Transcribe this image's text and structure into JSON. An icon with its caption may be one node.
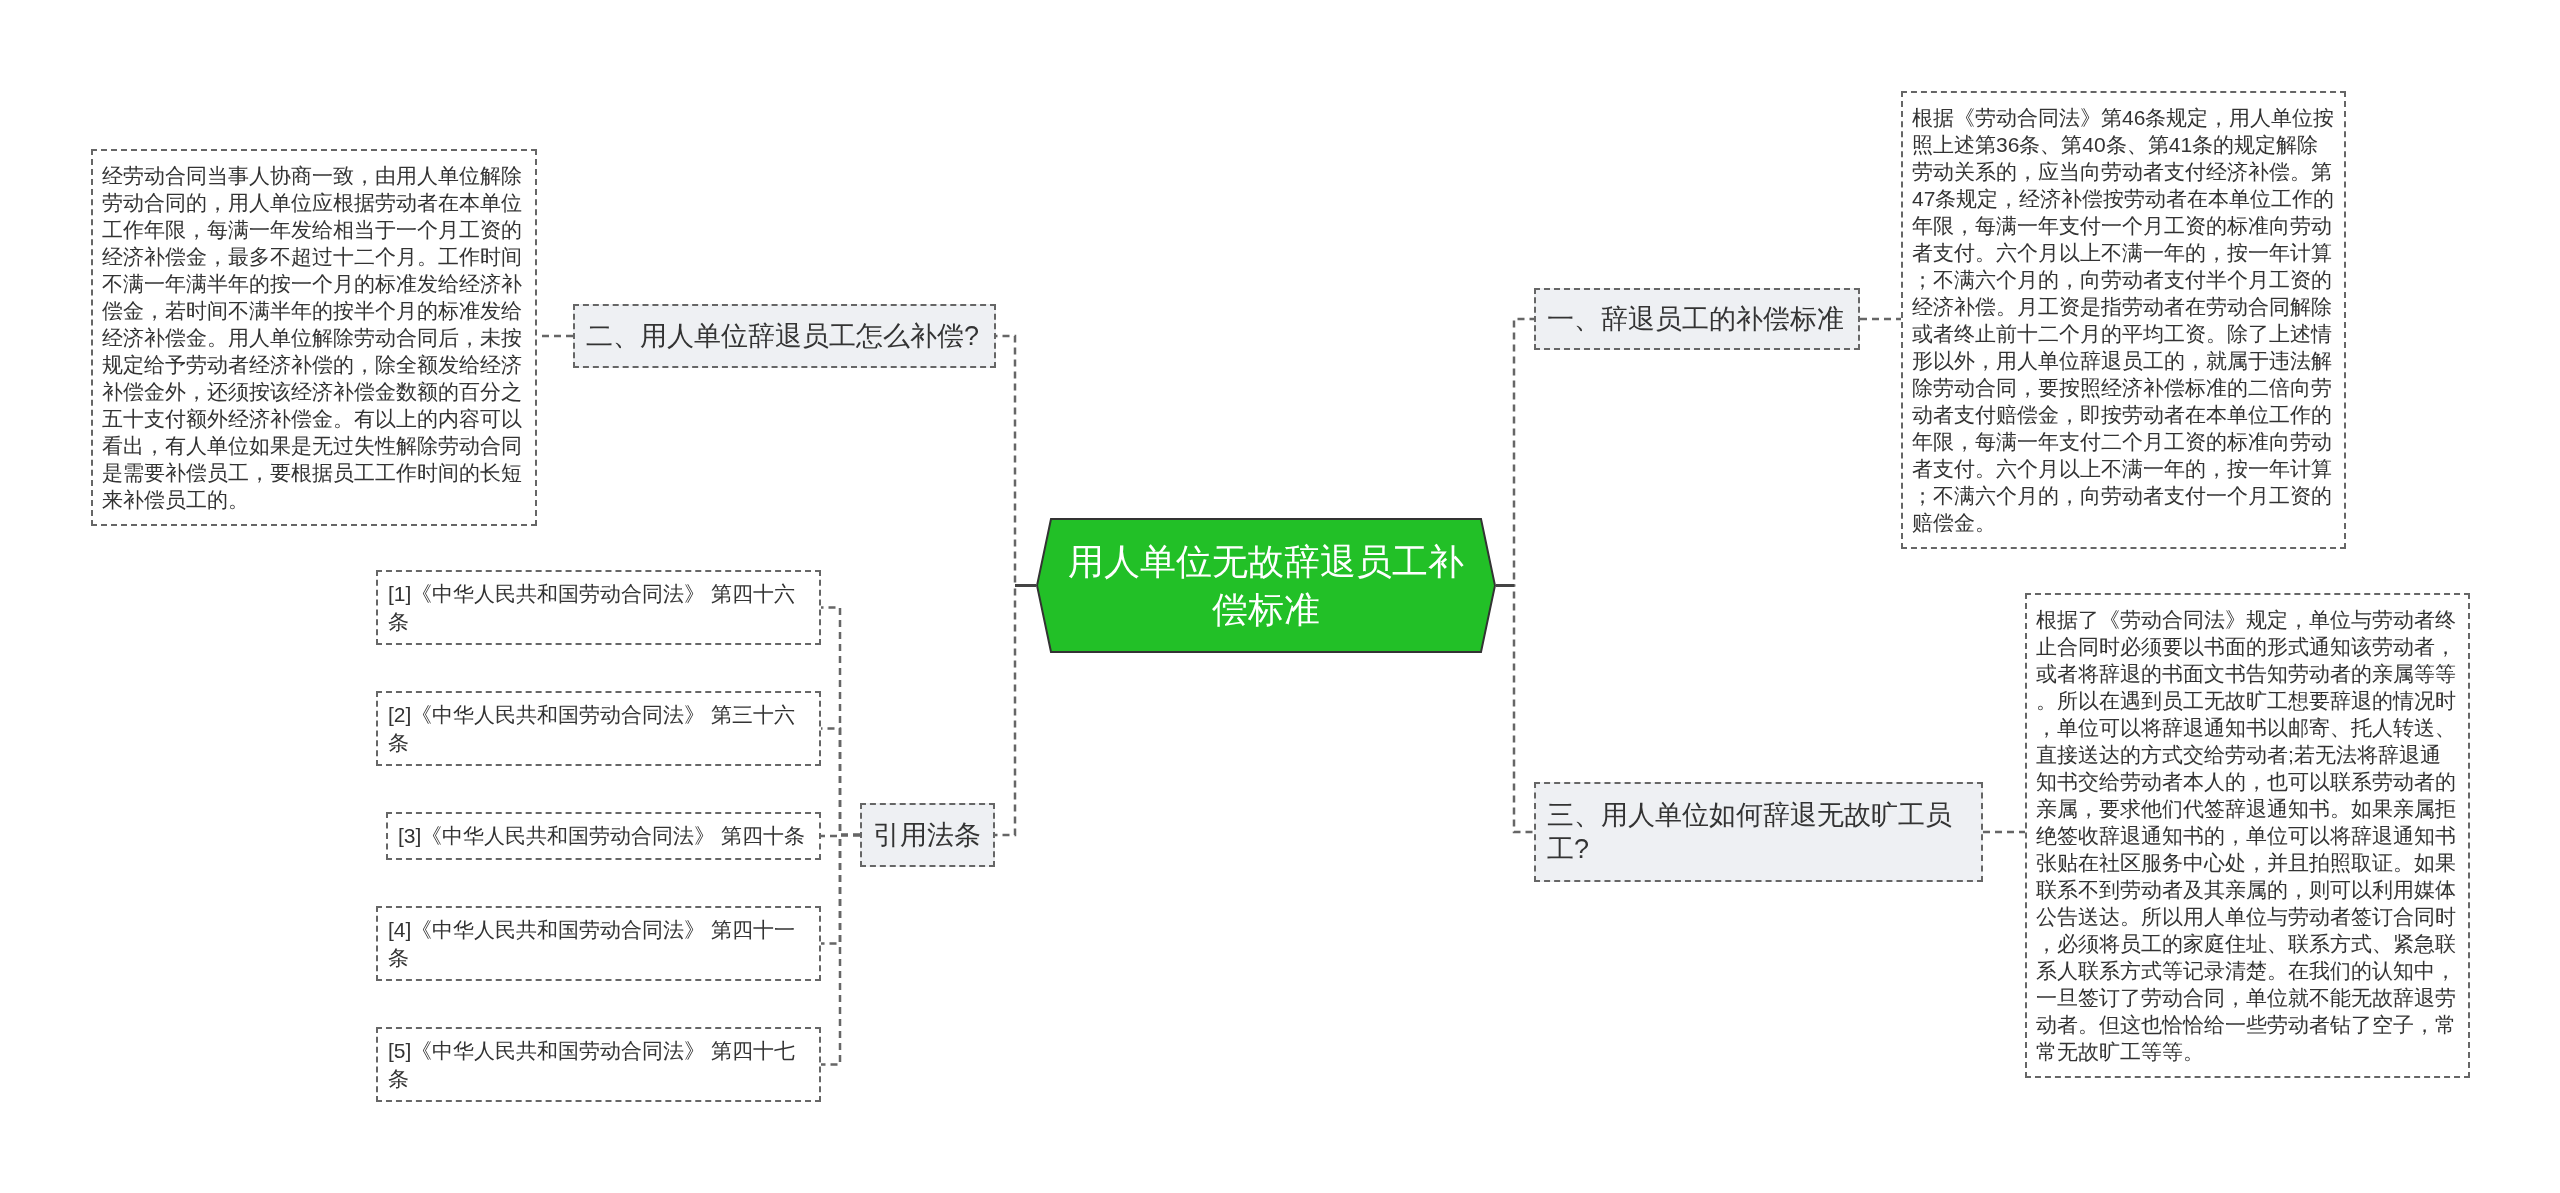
{
  "diagram": {
    "nodes": [
      {
        "text": [
          "用人单位无故辞退员工补偿标准"
        ]
      },
      {
        "text": [
          "二、用人单位辞退员工怎么补偿?"
        ]
      },
      {
        "text": [
          "经劳动合同当事人协商一致，由用人单位解除劳动合同的，用人单位应根据劳动者在本单位工作年限，每满一年发给相当于一个月工资的经济补偿金，最多不超过十二个月。工作时间不满一年满半年的按一个月的标准发给经济补偿金，若时间不满半年的按半个月的标准发给经济补偿金。用人单位解除劳动合同后，未按规定给予劳动者经济补偿的，除全额发给经济补偿金外，还须按该经济补偿金数额的百分之五十支付额外经济补偿金。有以上的内容可以看出，有人单位如果是无过失性解除劳动合同是需要补偿员工，要根据员工工作时间的长短来补偿员工的。"
        ]
      },
      {
        "text": [
          "引用法条"
        ]
      },
      {
        "text": [
          "[1]《中华人民共和国劳动合同法》 第四十六条"
        ]
      },
      {
        "text": [
          "[2]《中华人民共和国劳动合同法》 第三十六条"
        ]
      },
      {
        "text": [
          "[3]《中华人民共和国劳动合同法》 第四十条"
        ]
      },
      {
        "text": [
          "[4]《中华人民共和国劳动合同法》 第四十一条"
        ]
      },
      {
        "text": [
          "[5]《中华人民共和国劳动合同法》 第四十七条"
        ]
      },
      {
        "text": [
          "一、辞退员工的补偿标准"
        ]
      },
      {
        "text": [
          "根据《劳动合同法》第46条规定，用人单位按照上述第36条、第40条、第41条的规定解除劳动关系的，应当向劳动者支付经济补偿。第47条规定，经济补偿按劳动者在本单位工作的年限，每满一年支付一个月工资的标准向劳动者支付。六个月以上不满一年的，按一年计算；不满六个月的，向劳动者支付半个月工资的经济补偿。月工资是指劳动者在劳动合同解除或者终止前十二个月的平均工资。除了上述情形以外，用人单位辞退员工的，就属于违法解除劳动合同，要按照经济补偿标准的二倍向劳动者支付赔偿金，即按劳动者在本单位工作的年限，每满一年支付二个月工资的标准向劳动者支付。六个月以上不满一年的，按一年计算；不满六个月的，向劳动者支付一个月工资的赔偿金。"
        ]
      },
      {
        "text": [
          "三、用人单位如何辞退无故旷工员工?"
        ]
      },
      {
        "text": [
          "根据了《劳动合同法》规定，单位与劳动者终止合同时必须要以书面的形式通知该劳动者，或者将辞退的书面文书告知劳动者的亲属等等。所以在遇到员工无故旷工想要辞退的情况时，单位可以将辞退通知书以邮寄、托人转送、直接送达的方式交给劳动者;若无法将辞退通知书交给劳动者本人的，也可以联系劳动者的亲属，要求他们代签辞退通知书。如果亲属拒绝签收辞退通知书的，单位可以将辞退通知书张贴在社区服务中心处，并且拍照取证。如果联系不到劳动者及其亲属的，则可以利用媒体公告送达。所以用人单位与劳动者签订合同时，必须将员工的家庭住址、联系方式、紧急联系人联系方式等记录清楚。在我们的认知中，一旦签订了劳动合同，单位就不能无故辞退劳动者。但这也恰恰给一些劳动者钻了空子，常常无故旷工等等。"
        ]
      }
    ],
    "edges": [
      {
        "from": 0,
        "to": 1,
        "arrow": "none",
        "style": "dashed"
      },
      {
        "from": 0,
        "to": 3,
        "arrow": "none",
        "style": "dashed"
      },
      {
        "from": 0,
        "to": 9,
        "arrow": "none",
        "style": "dashed"
      },
      {
        "from": 0,
        "to": 11,
        "arrow": "none",
        "style": "dashed"
      },
      {
        "from": 1,
        "to": 2,
        "arrow": "none",
        "style": "dashed"
      },
      {
        "from": 3,
        "to": 4,
        "arrow": "none",
        "style": "dashed"
      },
      {
        "from": 3,
        "to": 5,
        "arrow": "none",
        "style": "dashed"
      },
      {
        "from": 3,
        "to": 6,
        "arrow": "none",
        "style": "dashed"
      },
      {
        "from": 3,
        "to": 7,
        "arrow": "none",
        "style": "dashed"
      },
      {
        "from": 3,
        "to": 8,
        "arrow": "none",
        "style": "dashed"
      },
      {
        "from": 9,
        "to": 10,
        "arrow": "none",
        "style": "dashed"
      },
      {
        "from": 11,
        "to": 12,
        "arrow": "none",
        "style": "dashed"
      }
    ]
  }
}
